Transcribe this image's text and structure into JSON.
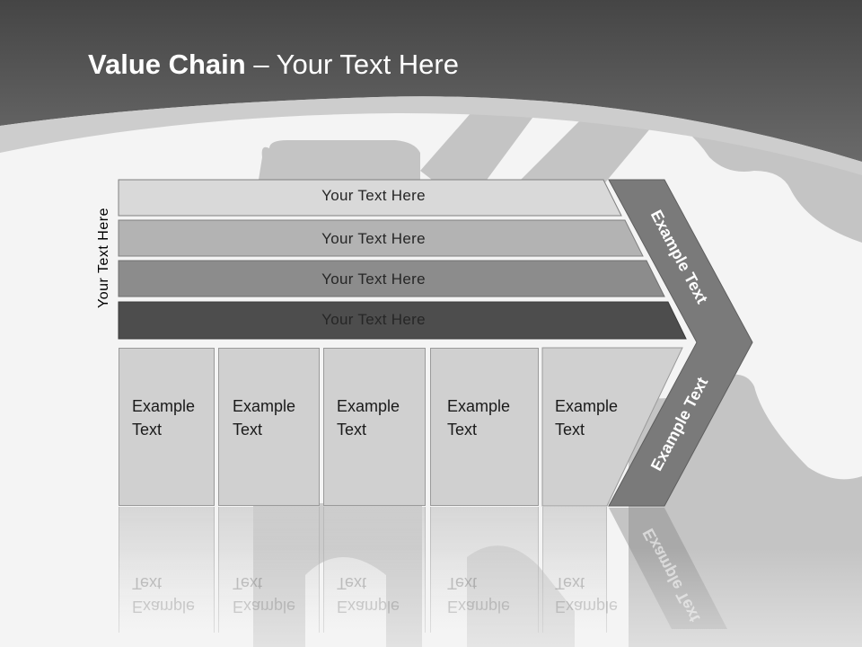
{
  "slide": {
    "title_bold": "Value Chain",
    "title_rest": " – Your Text Here",
    "vertical_label": "Your Text Here"
  },
  "bars": [
    {
      "label": "Your Text Here"
    },
    {
      "label": "Your Text Here"
    },
    {
      "label": "Your Text Here"
    },
    {
      "label": "Your Text Here"
    }
  ],
  "columns": [
    {
      "label": "Example\nText"
    },
    {
      "label": "Example\nText"
    },
    {
      "label": "Example\nText"
    },
    {
      "label": "Example\nText"
    },
    {
      "label": "Example\nText"
    }
  ],
  "chevron": {
    "upper_label": "Example Text",
    "lower_label": "Example Text"
  },
  "colors": {
    "header_dark": "#4a4a4a",
    "bar1": "#d9d9d9",
    "bar2": "#b3b3b3",
    "bar3": "#8c8c8c",
    "bar4": "#4d4d4d",
    "chevron": "#7a7a7a",
    "column_fill": "#d0d0d0"
  }
}
